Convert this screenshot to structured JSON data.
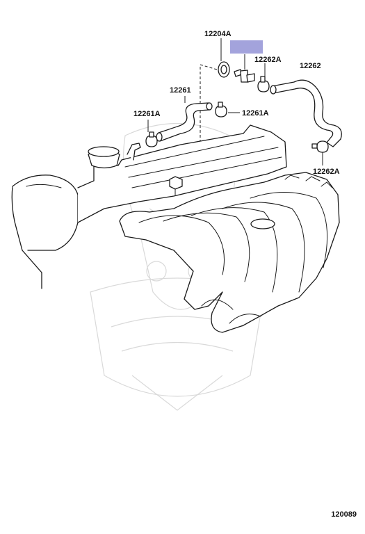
{
  "callouts": {
    "c12204A": "12204A",
    "c12262A_top": "12262A",
    "c12262": "12262",
    "c12261": "12261",
    "c12261A_left": "12261A",
    "c12261A_right": "12261A",
    "c12262A_bottom": "12262A"
  },
  "highlight_color": "#a3a3dc",
  "reference_number": "120089"
}
